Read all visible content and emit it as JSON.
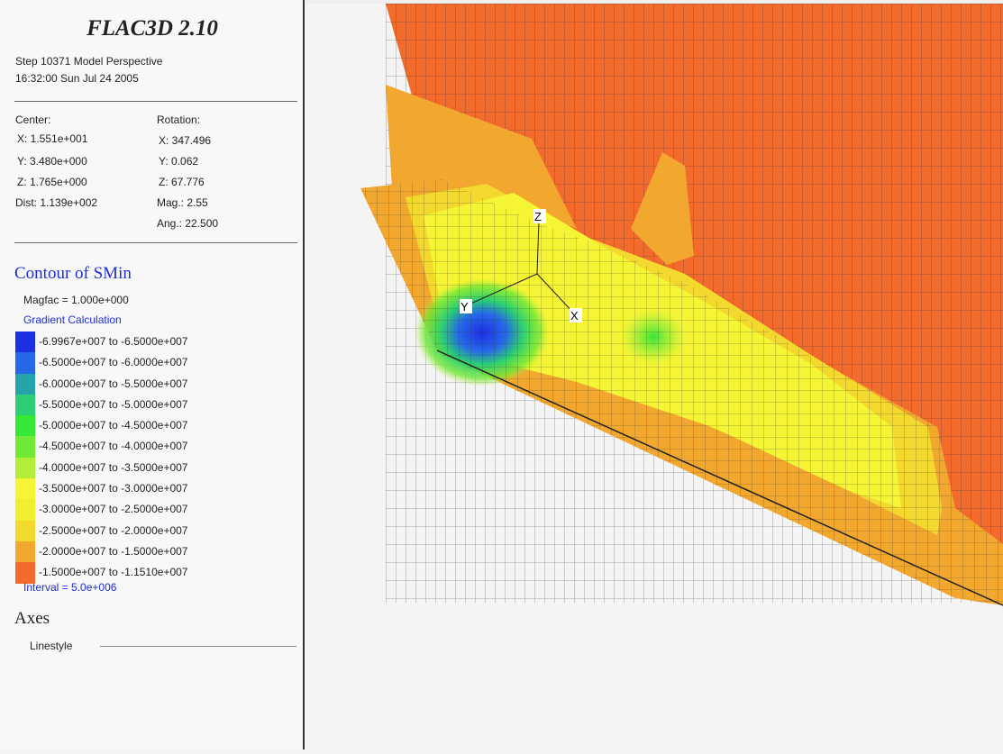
{
  "app": {
    "title": "FLAC3D 2.10"
  },
  "header": {
    "step_line": "Step 10371  Model Perspective",
    "time_line": "16:32:00 Sun Jul 24 2005"
  },
  "view": {
    "center_label": "Center:",
    "center_x": "X: 1.551e+001",
    "center_y": "Y: 3.480e+000",
    "center_z": "Z: 1.765e+000",
    "dist": "Dist: 1.139e+002",
    "rotation_label": "Rotation:",
    "rot_x": "X: 347.496",
    "rot_y": "Y:   0.062",
    "rot_z": "Z:  67.776",
    "mag": "Mag.:    2.55",
    "ang": "Ang.:  22.500"
  },
  "contour": {
    "title": "Contour of SMin",
    "magfac": "Magfac =  1.000e+000",
    "gradient": "Gradient Calculation",
    "interval": "Interval =  5.0e+006",
    "legend": [
      {
        "label": "-6.9967e+007 to -6.5000e+007",
        "color": "#1c2fe3"
      },
      {
        "label": "-6.5000e+007 to -6.0000e+007",
        "color": "#2668e8"
      },
      {
        "label": "-6.0000e+007 to -5.5000e+007",
        "color": "#26a2aa"
      },
      {
        "label": "-5.5000e+007 to -5.0000e+007",
        "color": "#2ccf73"
      },
      {
        "label": "-5.0000e+007 to -4.5000e+007",
        "color": "#34e838"
      },
      {
        "label": "-4.5000e+007 to -4.0000e+007",
        "color": "#6fe836"
      },
      {
        "label": "-4.0000e+007 to -3.5000e+007",
        "color": "#b2ee38"
      },
      {
        "label": "-3.5000e+007 to -3.0000e+007",
        "color": "#f5f535"
      },
      {
        "label": "-3.0000e+007 to -2.5000e+007",
        "color": "#f2ef30"
      },
      {
        "label": "-2.5000e+007 to -2.0000e+007",
        "color": "#f3d92e"
      },
      {
        "label": "-2.0000e+007 to -1.5000e+007",
        "color": "#f2a72e"
      },
      {
        "label": "-1.5000e+007 to -1.1510e+007",
        "color": "#f26b2c"
      }
    ]
  },
  "axes": {
    "title": "Axes",
    "linestyle_label": "Linestyle",
    "labels": {
      "x": "X",
      "y": "Y",
      "z": "Z"
    }
  }
}
